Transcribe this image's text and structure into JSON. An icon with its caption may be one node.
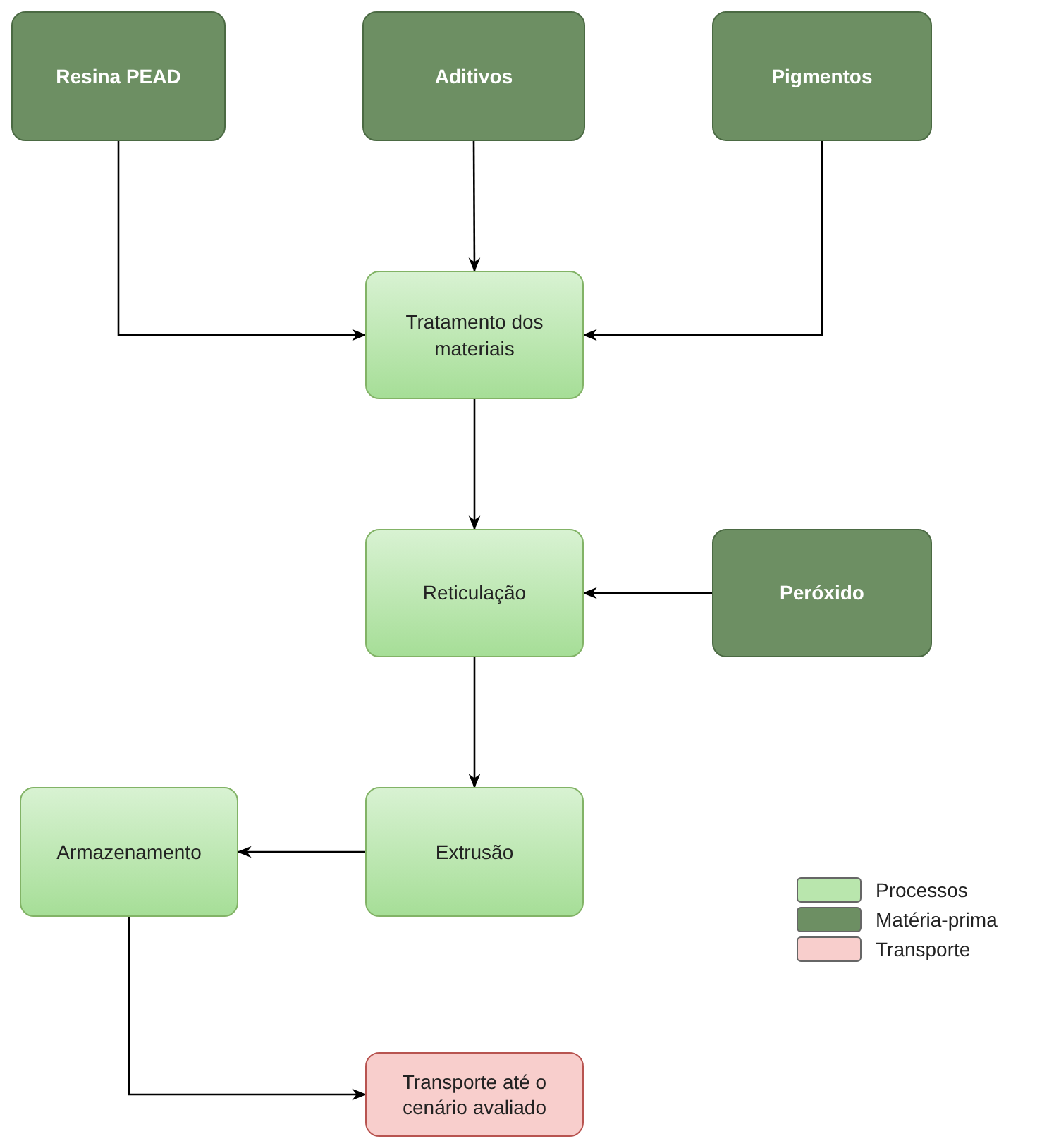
{
  "diagram": {
    "nodes": [
      {
        "text": [
          "Resina PEAD"
        ]
      },
      {
        "text": [
          "Aditivos"
        ]
      },
      {
        "text": [
          "Pigmentos"
        ]
      },
      {
        "text": [
          "Tratamento dos materiais"
        ]
      },
      {
        "text": [
          "Reticulação"
        ]
      },
      {
        "text": [
          "Peróxido"
        ]
      },
      {
        "text": [
          "Armazenamento"
        ]
      },
      {
        "text": [
          "Extrusão"
        ]
      },
      {
        "text": [
          "Transporte até o cenário avaliado"
        ]
      }
    ],
    "edges": [
      {
        "from": 0,
        "to": 3,
        "arrow": "to"
      },
      {
        "from": 1,
        "to": 3,
        "arrow": "to"
      },
      {
        "from": 2,
        "to": 3,
        "arrow": "to"
      },
      {
        "from": 3,
        "to": 4,
        "arrow": "to"
      },
      {
        "from": 5,
        "to": 4,
        "arrow": "to"
      },
      {
        "from": 4,
        "to": 7,
        "arrow": "to"
      },
      {
        "from": 7,
        "to": 6,
        "arrow": "to"
      },
      {
        "from": 6,
        "to": 8,
        "arrow": "to"
      }
    ],
    "legend": [
      {
        "text": "Processos",
        "color": "#b9e6ad"
      },
      {
        "text": "Matéria-prima",
        "color": "#6d8f63"
      },
      {
        "text": "Transporte",
        "color": "#f8cecc"
      }
    ]
  }
}
